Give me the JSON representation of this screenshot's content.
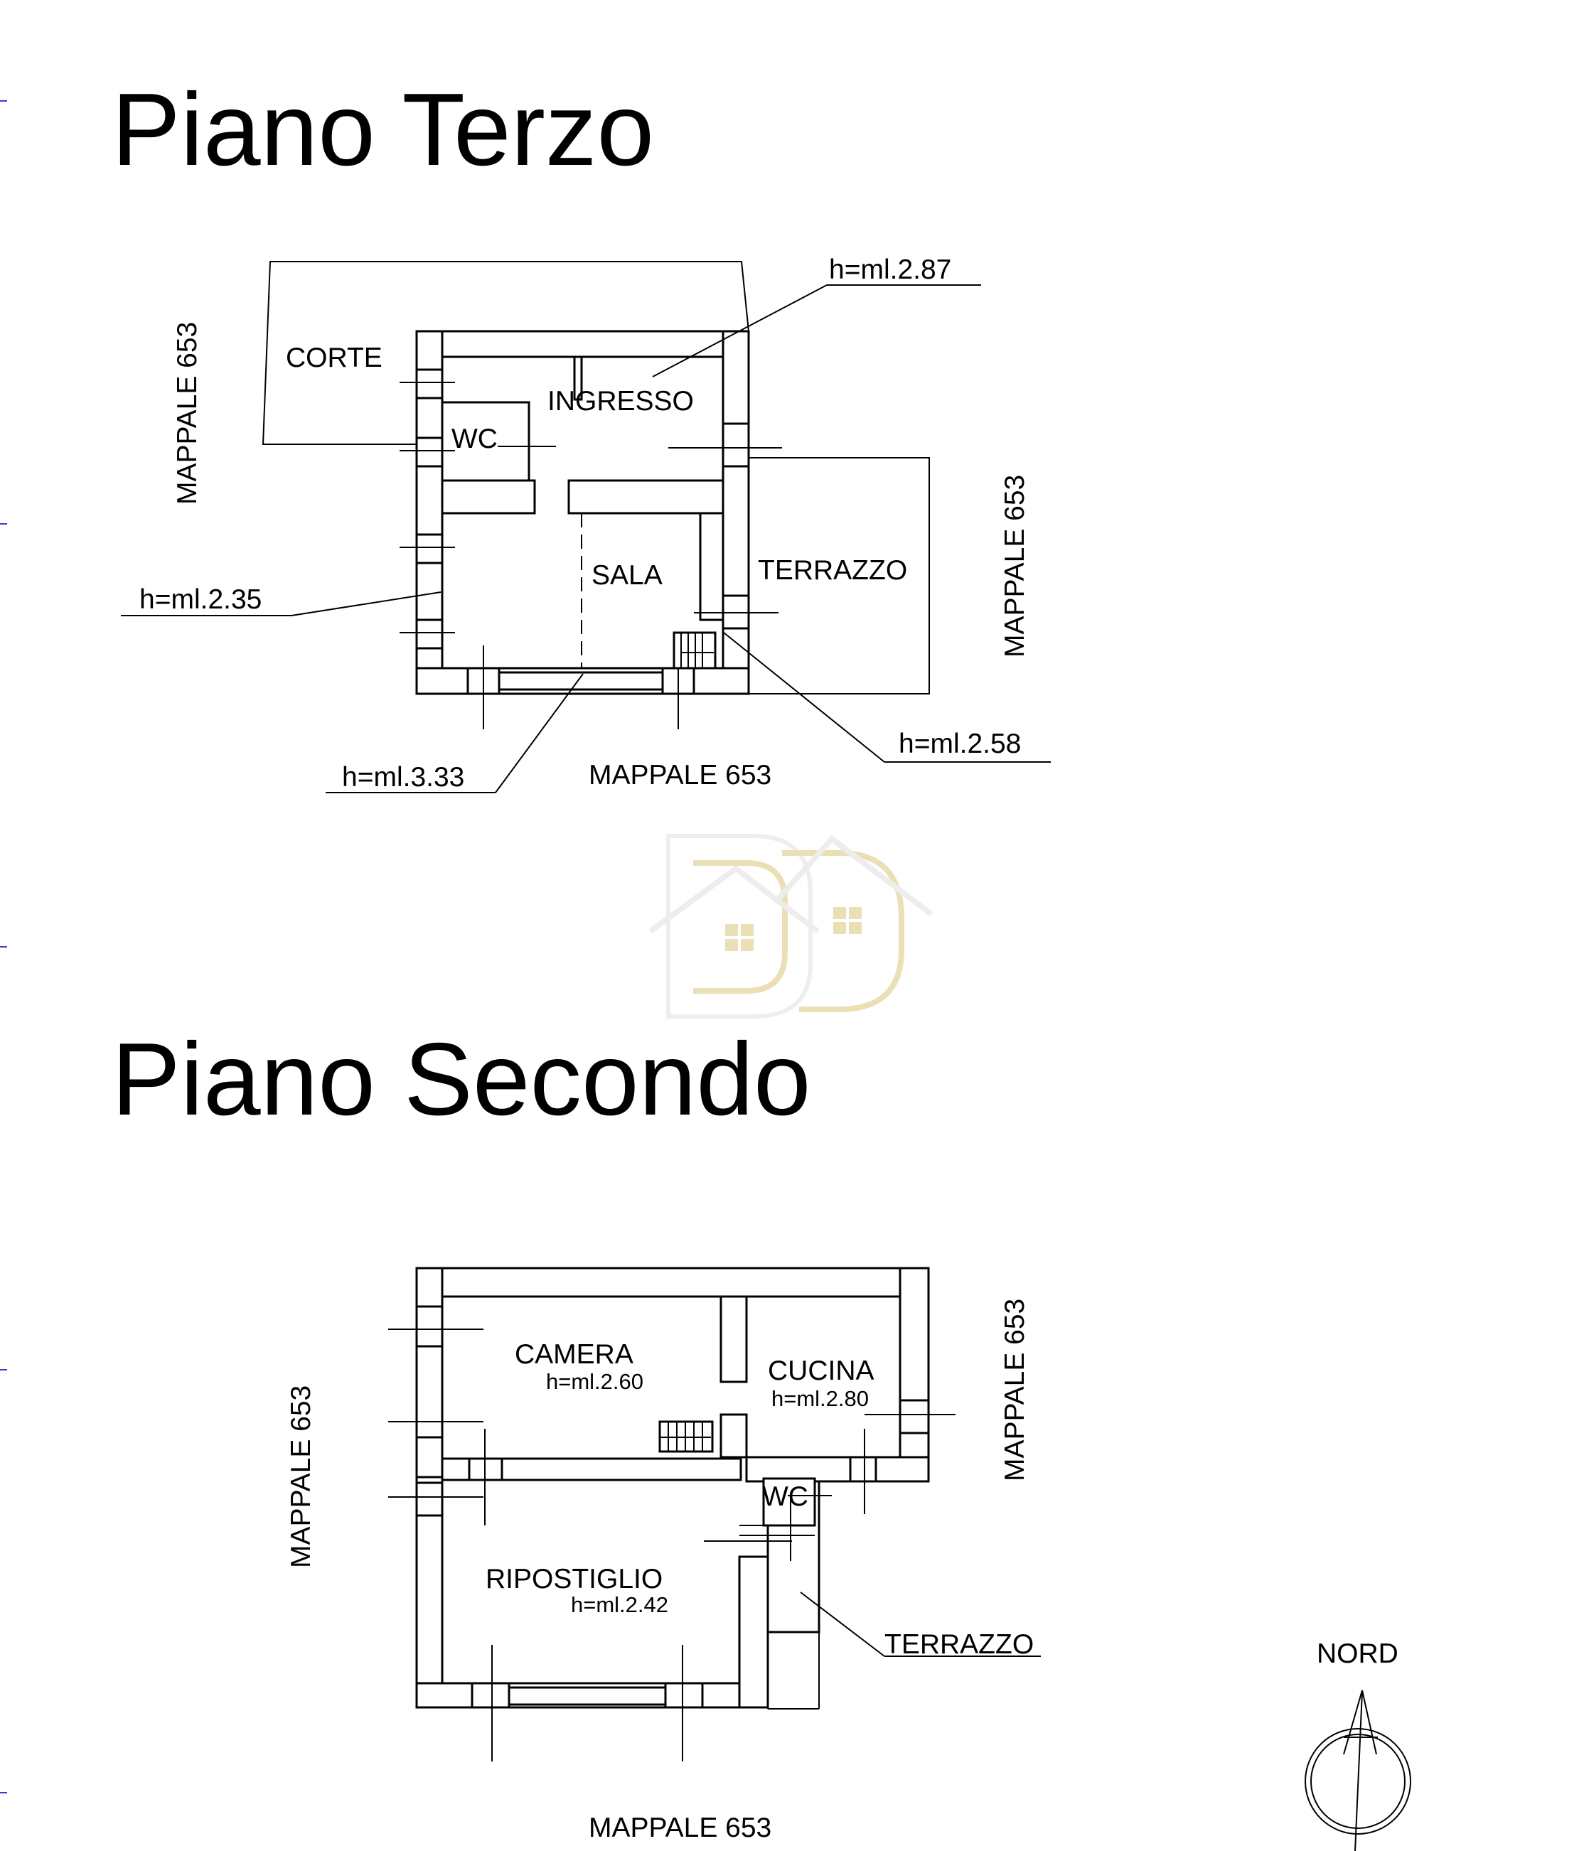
{
  "titles": {
    "third_floor": "Piano Terzo",
    "second_floor": "Piano Secondo"
  },
  "third_floor": {
    "rooms": {
      "corte": "CORTE",
      "ingresso": "INGRESSO",
      "wc": "WC",
      "sala": "SALA",
      "terrazzo": "TERRAZZO"
    },
    "heights": {
      "ingresso": "h=ml.2.87",
      "sala_left": "h=ml.2.35",
      "sala_bottom": "h=ml.3.33",
      "stair": "h=ml.2.58"
    },
    "boundaries": {
      "left": "MAPPALE 653",
      "right": "MAPPALE 653",
      "bottom": "MAPPALE 653"
    }
  },
  "second_floor": {
    "rooms": {
      "camera": "CAMERA",
      "cucina": "CUCINA",
      "wc": "WC",
      "ripostiglio": "RIPOSTIGLIO",
      "terrazzo": "TERRAZZO"
    },
    "heights": {
      "camera": "h=ml.2.60",
      "cucina": "h=ml.2.80",
      "ripostiglio": "h=ml.2.42"
    },
    "boundaries": {
      "left": "MAPPALE 653",
      "right": "MAPPALE 653",
      "bottom": "MAPPALE 653"
    }
  },
  "compass": {
    "label": "NORD"
  },
  "colors": {
    "lines": "#000000",
    "background": "#ffffff",
    "watermark": "#e8dcae",
    "margin_marks": "#3b3bd0"
  },
  "watermark": {
    "logo": "house-logo-watermark"
  }
}
